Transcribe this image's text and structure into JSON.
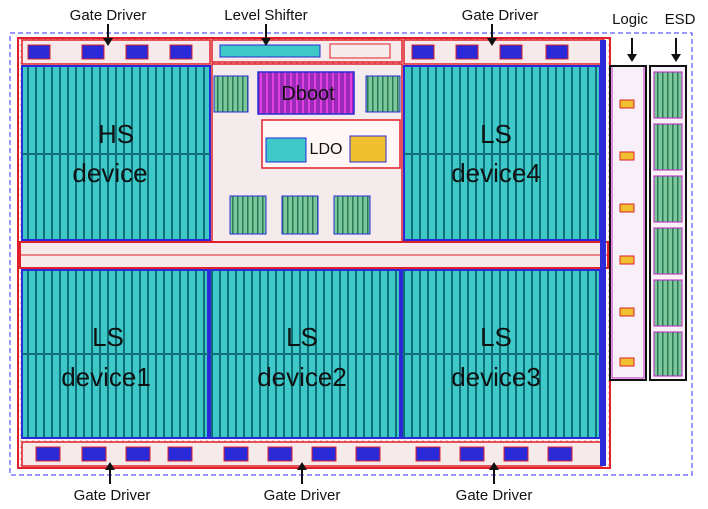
{
  "labels": {
    "gate_driver_top_left": "Gate Driver",
    "level_shifter": "Level Shifter",
    "gate_driver_top_right": "Gate Driver",
    "logic": "Logic",
    "esd": "ESD",
    "gate_driver_bottom_left": "Gate Driver",
    "gate_driver_bottom_mid": "Gate Driver",
    "gate_driver_bottom_right": "Gate Driver"
  },
  "blocks": {
    "hs_device": [
      "HS",
      "device"
    ],
    "ls_device4": [
      "LS",
      "device4"
    ],
    "ls_device1": [
      "LS",
      "device1"
    ],
    "ls_device2": [
      "LS",
      "device2"
    ],
    "ls_device3": [
      "LS",
      "device3"
    ],
    "dboot": "Dboot",
    "ldo": "LDO"
  },
  "colors": {
    "device_fill": "#3ec8c8",
    "device_stripe": "#0f6f78",
    "metal_red": "#e0202a",
    "metal_blue": "#2a2ad8",
    "magenta": "#c020c0",
    "grid_bg": "#f4ecec"
  }
}
